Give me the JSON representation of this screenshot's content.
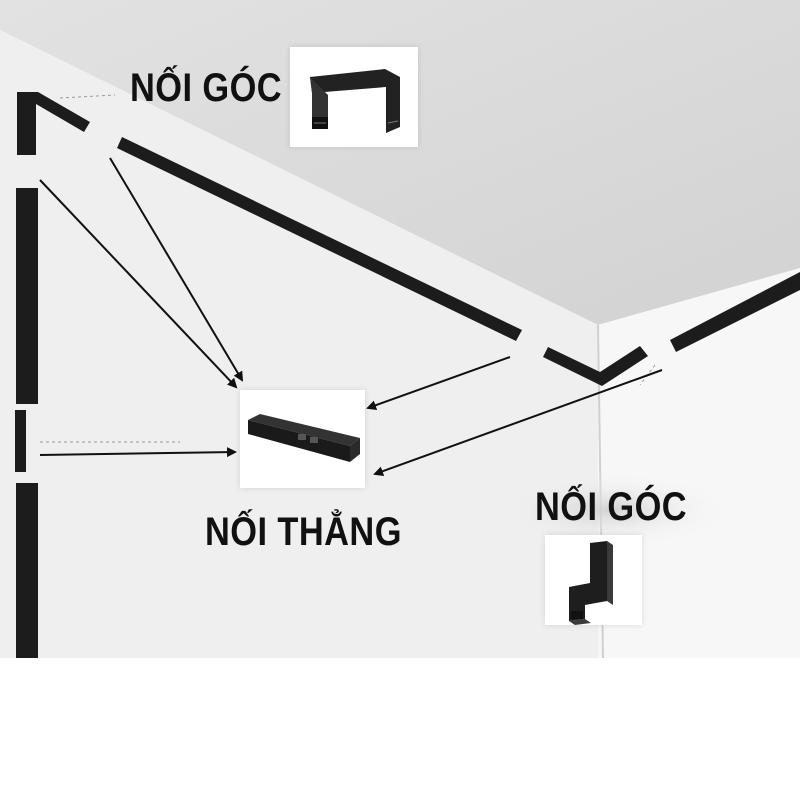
{
  "labels": {
    "corner_top": "NỐI GÓC",
    "corner_right": "NỐI GÓC",
    "straight": "NỐI THẲNG"
  },
  "colors": {
    "ceiling": "#dadada",
    "wall_left": "#eeeeee",
    "wall_right": "#f6f6f6",
    "track": "#1c1c1c",
    "arrow": "#111111",
    "label": "#111111"
  },
  "icons": [
    "corner-connector-icon",
    "straight-connector-icon",
    "l-corner-connector-icon"
  ]
}
